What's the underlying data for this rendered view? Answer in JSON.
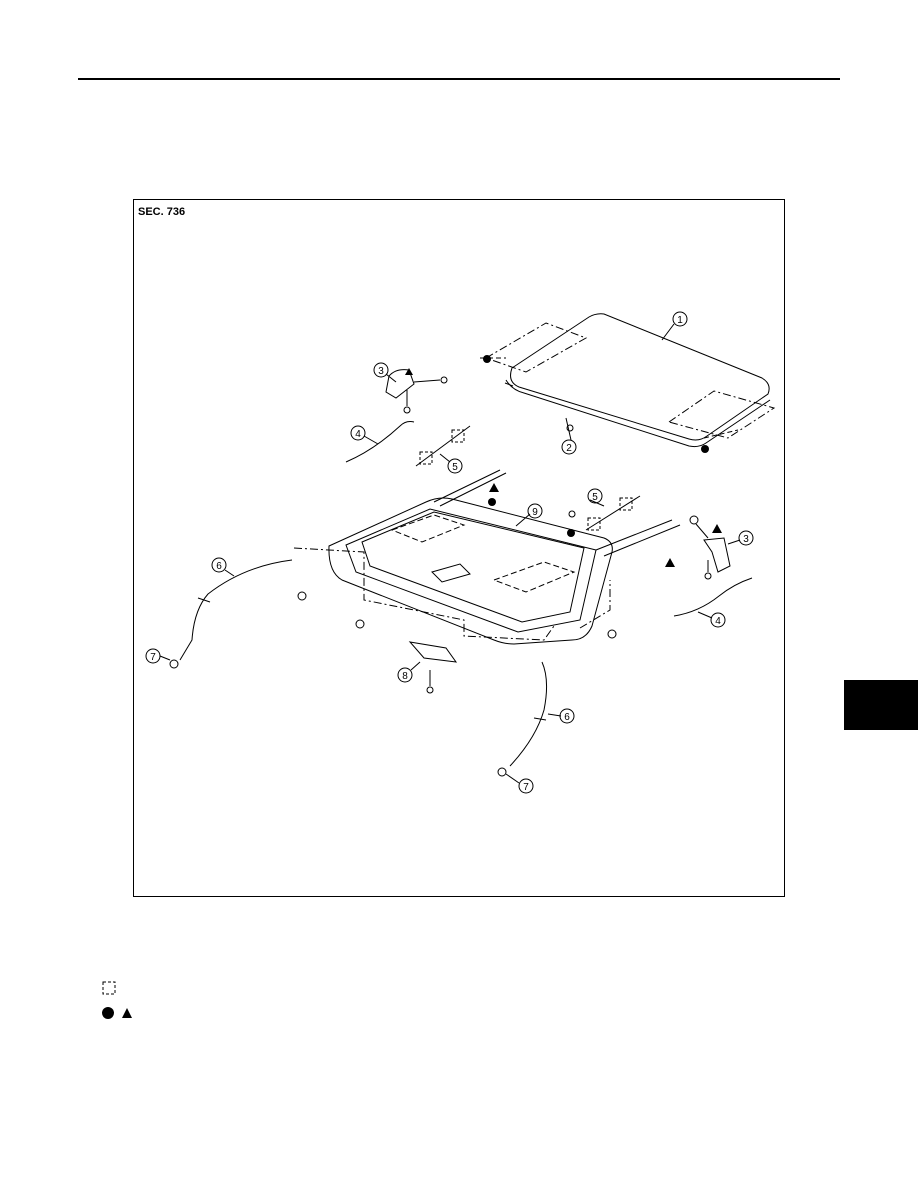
{
  "section_label": "SEC. 736",
  "callouts": [
    "1",
    "2",
    "3",
    "3",
    "4",
    "4",
    "5",
    "5",
    "6",
    "6",
    "7",
    "7",
    "8",
    "9"
  ],
  "legend": {
    "clip_symbol": "dashed-square-icon",
    "marks_symbols": [
      "circle-icon",
      "triangle-icon"
    ]
  },
  "colors": {
    "line": "#000000",
    "tab": "#000000"
  }
}
